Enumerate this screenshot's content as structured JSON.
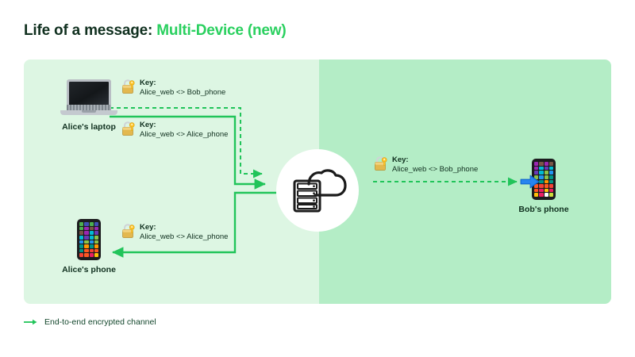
{
  "title": {
    "main": "Life of a message:",
    "accent": "Multi-Device (new)"
  },
  "colors": {
    "accent_green": "#2ad05f",
    "line_green": "#21c45a",
    "panel_left": "#ddf6e3",
    "panel_right": "#b4edc6",
    "text_dark": "#10301f",
    "arrow_blue": "#1778e8",
    "lock_gold": "#e8b84b"
  },
  "devices": {
    "alice_laptop": {
      "label": "Alice's laptop",
      "icon": "laptop-icon"
    },
    "alice_phone": {
      "label": "Alice's phone",
      "icon": "smartphone-icon"
    },
    "bob_phone": {
      "label": "Bob's phone",
      "icon": "smartphone-icon"
    },
    "server": {
      "label": "",
      "icon": "cloud-server-icon"
    }
  },
  "keys": [
    {
      "id": "key-laptop-bob",
      "title": "Key:",
      "value": "Alice_web <> Bob_phone"
    },
    {
      "id": "key-laptop-alice",
      "title": "Key:",
      "value": "Alice_web <> Alice_phone"
    },
    {
      "id": "key-server-alice",
      "title": "Key:",
      "value": "Alice_web <> Alice_phone"
    },
    {
      "id": "key-server-bob",
      "title": "Key:",
      "value": "Alice_web <> Bob_phone"
    }
  ],
  "legend": {
    "arrow": "arrow-right-icon",
    "label": "End-to-end encrypted channel"
  }
}
